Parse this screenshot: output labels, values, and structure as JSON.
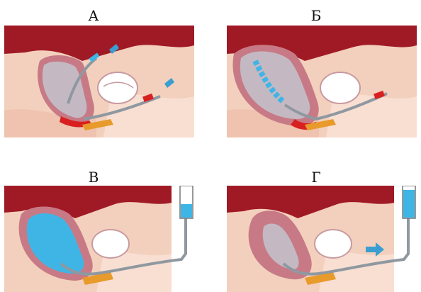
{
  "panels": [
    {
      "label": "А"
    },
    {
      "label": "Б"
    },
    {
      "label": "В"
    },
    {
      "label": "Г"
    }
  ],
  "colors": {
    "skin": "#f3d0bd",
    "skin_light": "#f8dfd2",
    "bone_red": "#a01a25",
    "uterus_wall": "#c77a86",
    "cavity": "#c4b9c3",
    "balloon": "#3fb5e6",
    "tube": "#8f98a0",
    "orange": "#e89a2a",
    "blood": "#d82020",
    "arrow": "#3a9fd0"
  }
}
